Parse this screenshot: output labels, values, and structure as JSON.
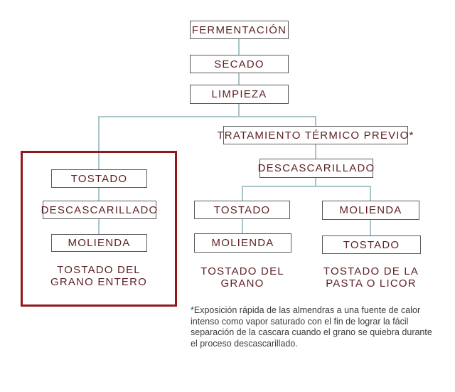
{
  "flowchart": {
    "fermentacion": "FERMENTACIÓN",
    "secado": "SECADO",
    "limpieza": "LIMPIEZA",
    "tratamiento_termico": "TRATAMIENTO TÉRMICO PREVIO*",
    "descascarillado_previo": "DESCASCARILLADO",
    "rama_grano_entero": {
      "tostado": "TOSTADO",
      "descascarillado": "DESCASCARILLADO",
      "molienda": "MOLIENDA",
      "caption": "TOSTADO DEL\nGRANO ENTERO"
    },
    "rama_grano": {
      "tostado": "TOSTADO",
      "molienda": "MOLIENDA",
      "caption": "TOSTADO DEL\nGRANO"
    },
    "rama_pasta": {
      "molienda": "MOLIENDA",
      "tostado": "TOSTADO",
      "caption": "TOSTADO DE LA\nPASTA O LICOR"
    }
  },
  "footnote": "*Exposición rápida de las almendras a una fuente de calor\nintenso como vapor saturado con el fin de lograr la fácil\nseparación de la cascara cuando el grano se quiebra durante\nel proceso descascarillado.",
  "colors": {
    "box_text": "#5e2226",
    "box_border": "#5a5a5c",
    "connector": "#abc4ca",
    "highlight_border": "#92191b",
    "footnote_text": "#3b3b3b"
  }
}
